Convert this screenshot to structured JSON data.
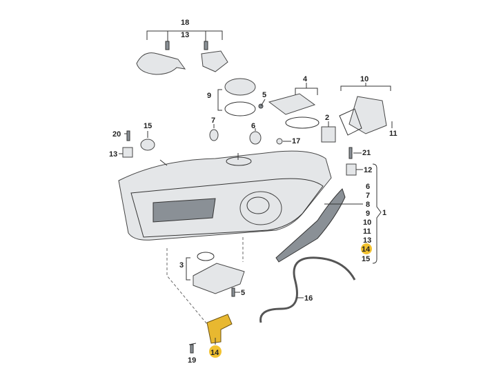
{
  "diagram": {
    "title_group": {
      "top_a": "18",
      "top_b": "13"
    },
    "labels": {
      "l9": "9",
      "l5a": "5",
      "l4": "4",
      "l10": "10",
      "l2": "2",
      "l7": "7",
      "l6": "6",
      "l17": "17",
      "l20": "20",
      "l15": "15",
      "l13": "13",
      "l11": "11",
      "l21": "21",
      "l12": "12",
      "l3": "3",
      "l5b": "5",
      "l16": "16",
      "l14": "14",
      "l19": "19",
      "l1": "1"
    },
    "assembly_list": [
      "6",
      "7",
      "8",
      "9",
      "10",
      "11",
      "13",
      "14",
      "15"
    ],
    "highlight_color": "#f2c230",
    "highlighted_part": "14"
  }
}
